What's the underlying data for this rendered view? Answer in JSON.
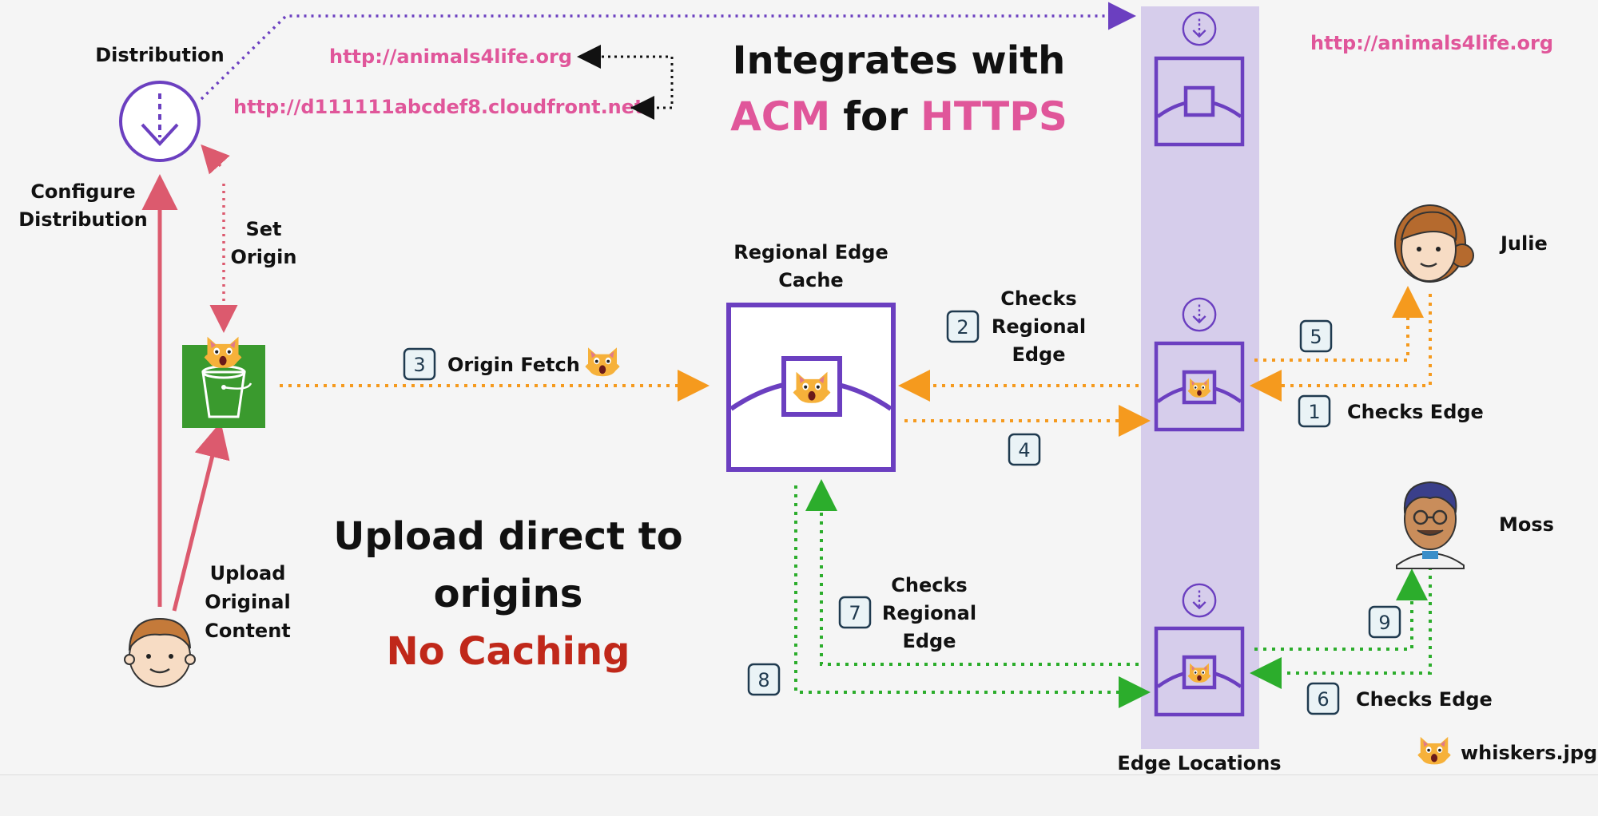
{
  "title": {
    "line1": "Integrates with",
    "acm": "ACM",
    "for": "for",
    "https": "HTTPS"
  },
  "distribution": {
    "label": "Distribution",
    "configure_line1": "Configure",
    "configure_line2": "Distribution",
    "set_origin_line1": "Set",
    "set_origin_line2": "Origin"
  },
  "urls": {
    "custom": "http://animals4life.org",
    "cloudfront": "http://d111111abcdef8.cloudfront.net",
    "top_right": "http://animals4life.org"
  },
  "upload": {
    "line1": "Upload",
    "line2": "Original",
    "line3": "Content"
  },
  "main_message": {
    "line1": "Upload direct to",
    "line2": "origins",
    "line3": "No Caching"
  },
  "regional_edge": {
    "line1": "Regional Edge",
    "line2": "Cache"
  },
  "steps": {
    "s1": "1",
    "s1_label": "Checks Edge",
    "s2": "2",
    "s2_line1": "Checks",
    "s2_line2": "Regional",
    "s2_line3": "Edge",
    "s3": "3",
    "s3_label": "Origin Fetch",
    "s4": "4",
    "s5": "5",
    "s6": "6",
    "s6_label": "Checks Edge",
    "s7": "7",
    "s7_line1": "Checks",
    "s7_line2": "Regional",
    "s7_line3": "Edge",
    "s8": "8",
    "s9": "9"
  },
  "users": {
    "julie": "Julie",
    "moss": "Moss"
  },
  "edge_locations_label": "Edge Locations",
  "legend": {
    "file": "whiskers.jpg"
  },
  "colors": {
    "purple": "#6b3fc0",
    "pink": "#e0569a",
    "red_arrow": "#dc5a6e",
    "orange": "#f59a1e",
    "green": "#2cad2c",
    "edge_band": "#d6cdeb",
    "s3_green": "#3a9a2e",
    "no_caching_red": "#c0281a"
  }
}
